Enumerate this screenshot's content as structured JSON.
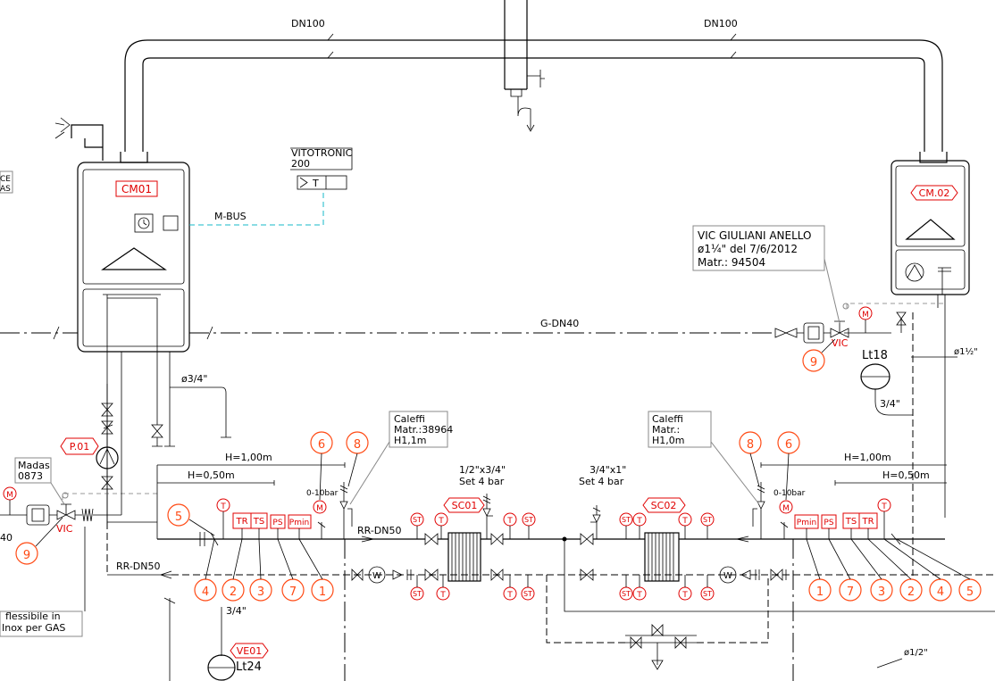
{
  "pipes": {
    "dn100_left": "DN100",
    "dn100_right": "DN100",
    "gas_line": "G-DN40",
    "return_upper": "RR-DN50",
    "return_lower": "RR-DN50",
    "mbus": "M-BUS",
    "g40_left": "40",
    "d34": "ø3/4\"",
    "d112": "ø1½\"",
    "d12": "ø1/2\"",
    "conn34a": "3/4\"",
    "conn34b": "3/4\""
  },
  "heights": {
    "h100_left": "H=1,00m",
    "h050_left": "H=0,50m",
    "h100_right": "H=1,00m",
    "h050_right": "H=0,50m"
  },
  "boilers": {
    "cm01": "CM01",
    "cm02": "CM.02"
  },
  "controller": {
    "line1": "VITOTRONIC",
    "line2": "200",
    "t_label": "T"
  },
  "vic_box": {
    "line1": "VIC GIULIANI ANELLO",
    "line2": "ø1¼\"  del 7/6/2012",
    "line3": "Matr.:  94504",
    "vic_right": "VIC",
    "vic_left": "VIC"
  },
  "madas": {
    "line1": "Madas",
    "line2": "0873"
  },
  "caleffi_left": {
    "line1": "Caleffi",
    "line2": "Matr.:38964",
    "line3": "H1,1m"
  },
  "caleffi_right": {
    "line1": "Caleffi",
    "line2": "Matr.:",
    "line3": "H1,0m"
  },
  "exchangers": {
    "sc01": "SC01",
    "sc01_spec1": "1/2\"x3/4\"",
    "sc01_spec2": "Set 4 bar",
    "sc02": "SC02",
    "sc02_spec1": "3/4\"x1\"",
    "sc02_spec2": "Set 4 bar"
  },
  "tanks": {
    "lt18": "Lt18",
    "ve01": "VE01",
    "lt24": "Lt24"
  },
  "pump": {
    "p01": "P.01"
  },
  "instruments": {
    "T": "T",
    "ST": "ST",
    "M": "M",
    "W": "W",
    "TR": "TR",
    "TS": "TS",
    "PS": "PS",
    "Pmin": "Pmin",
    "range": "0-10bar"
  },
  "callouts": {
    "n1": "1",
    "n2": "2",
    "n3": "3",
    "n4": "4",
    "n5": "5",
    "n6": "6",
    "n7": "7",
    "n8": "8",
    "n9": "9"
  },
  "notes": {
    "flex1": "flessibile in",
    "flex2": "Inox per GAS",
    "edge_ce": "CE",
    "edge_as": "AS"
  }
}
